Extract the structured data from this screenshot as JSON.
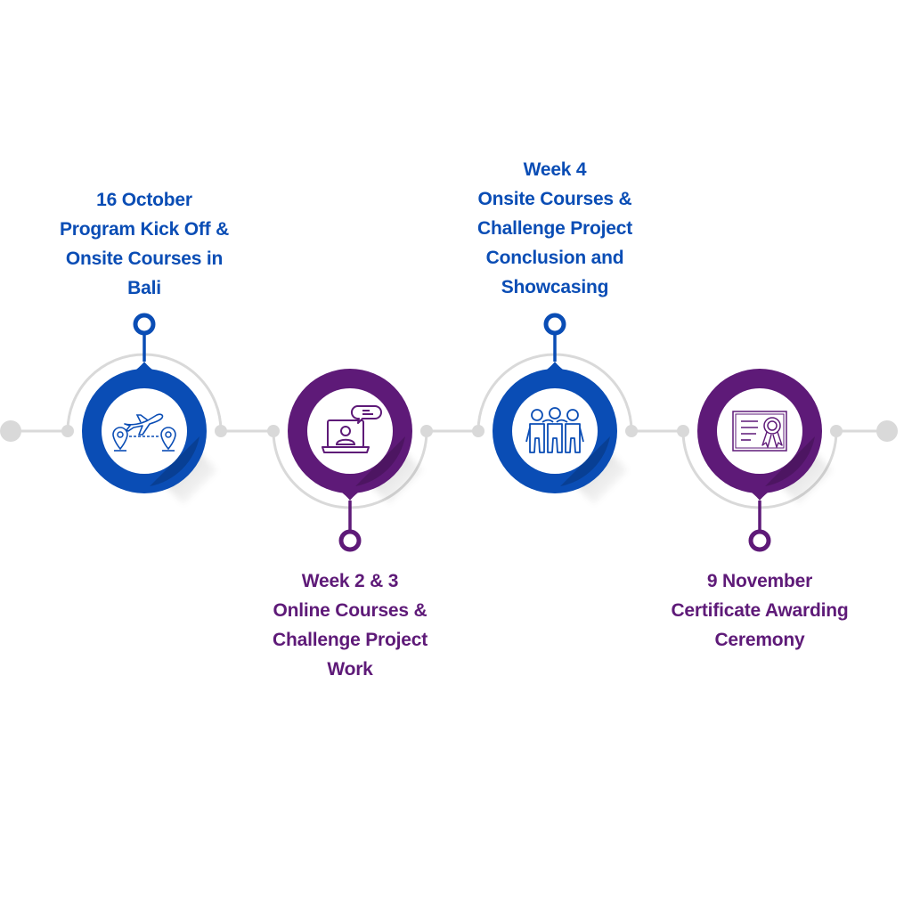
{
  "colors": {
    "blue": "#0a4db5",
    "purple": "#5e1a78",
    "track": "#d9d9d9",
    "background": "#ffffff"
  },
  "milestones": [
    {
      "id": "kickoff",
      "color": "blue",
      "label_position": "above",
      "icon": "airplane-route-icon",
      "lines": [
        "16 October",
        "Program Kick Off &",
        "Onsite Courses in",
        "Bali"
      ]
    },
    {
      "id": "online",
      "color": "purple",
      "label_position": "below",
      "icon": "online-class-icon",
      "lines": [
        "Week 2 & 3",
        "Online Courses &",
        "Challenge Project",
        "Work"
      ]
    },
    {
      "id": "showcase",
      "color": "blue",
      "label_position": "above",
      "icon": "team-group-icon",
      "lines": [
        "Week 4",
        "Onsite Courses &",
        "Challenge Project",
        "Conclusion and",
        "Showcasing"
      ]
    },
    {
      "id": "award",
      "color": "purple",
      "label_position": "below",
      "icon": "certificate-icon",
      "lines": [
        "9 November",
        "Certificate Awarding",
        "Ceremony"
      ]
    }
  ]
}
